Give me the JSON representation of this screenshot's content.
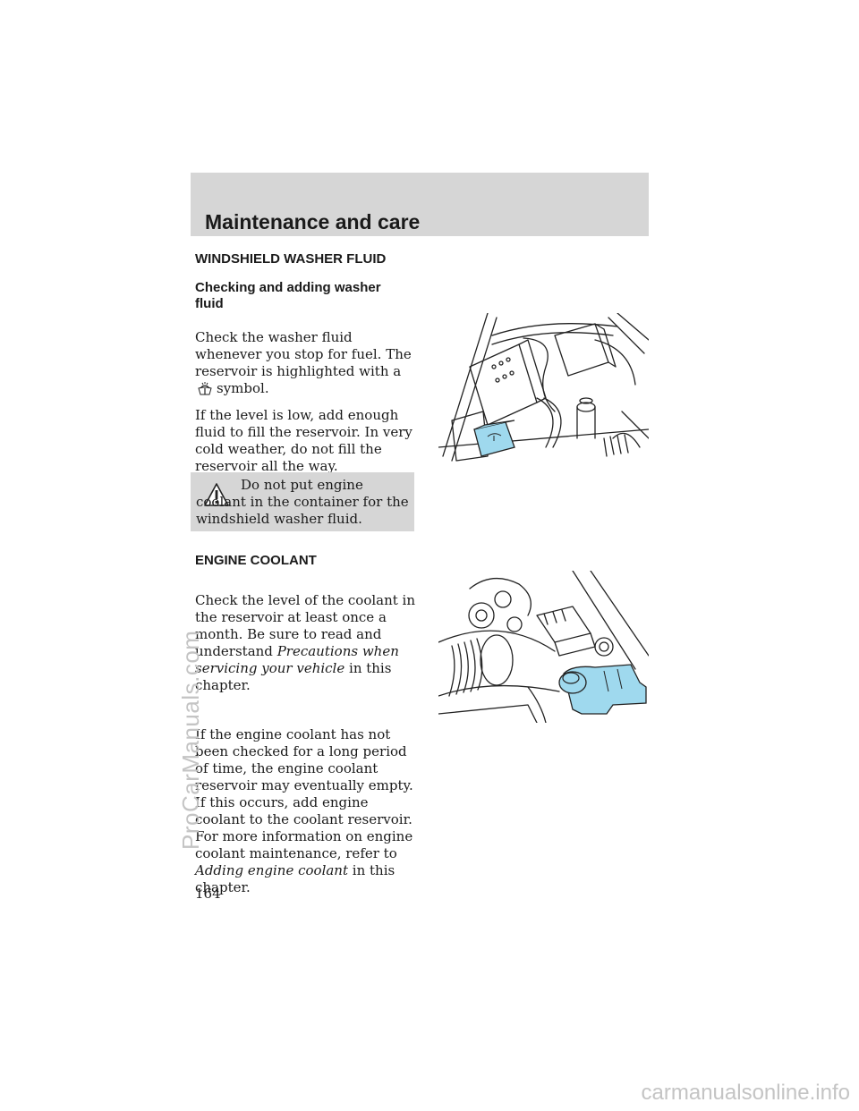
{
  "header": {
    "title": "Maintenance and care"
  },
  "washer": {
    "heading": "WINDSHIELD WASHER FLUID",
    "subheading_line1": "Checking and adding washer",
    "subheading_line2": "fluid",
    "para1_before_icon": "Check the washer fluid whenever you stop for fuel. The reservoir is highlighted with a",
    "para1_after_icon": "symbol.",
    "para2": "If the level is low, add enough fluid to fill the reservoir. In very cold weather, do not fill the reservoir all the way.",
    "icon": "washer-fluid-icon"
  },
  "warning": {
    "text": "Do not put engine coolant in the container for the windshield washer fluid.",
    "icon": "warning-triangle-icon"
  },
  "coolant": {
    "heading": "ENGINE COOLANT",
    "para1_before": "Check the level of the coolant in the reservoir at least once a month. Be sure to read and understand",
    "para1_link": "Precautions when servicing your vehicle",
    "para1_after": "in this chapter.",
    "para2_before": "If the engine coolant has not been checked for a long period of time, the engine coolant reservoir may eventually empty. If this occurs, add engine coolant to the coolant reservoir. For more information on engine coolant maintenance, refer to",
    "para2_link": "Adding engine coolant",
    "para2_after": "in this chapter."
  },
  "page_number": "164",
  "watermarks": {
    "side": "ProCarManuals.com",
    "bottom": "carmanualsonline.info"
  },
  "colors": {
    "header_bg": "#d6d6d6",
    "highlight_blue": "#9fd9ee"
  }
}
